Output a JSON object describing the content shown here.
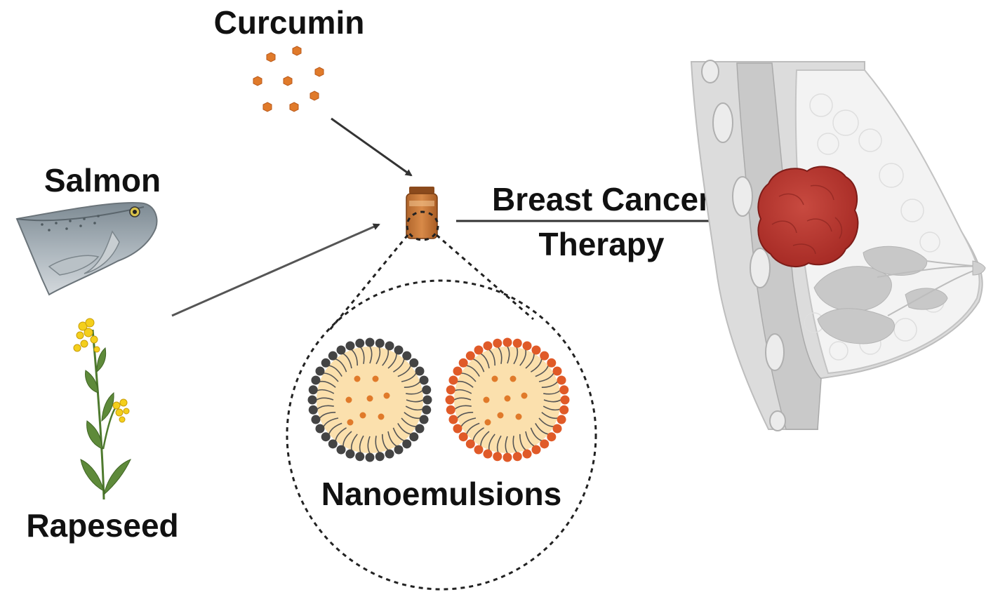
{
  "labels": {
    "curcumin": "Curcumin",
    "salmon": "Salmon",
    "rapeseed": "Rapeseed",
    "therapy_line1": "Breast Cancer",
    "therapy_line2": "Therapy",
    "nanoemulsions": "Nanoemulsions"
  },
  "icons": {
    "curcumin": "curcumin-particles-icon",
    "salmon": "salmon-fish-icon",
    "rapeseed": "rapeseed-plant-icon",
    "vial": "vial-icon",
    "nanoemulsion_1": "micelle-dark-shell-icon",
    "nanoemulsion_2": "micelle-orange-shell-icon",
    "breast": "breast-anatomy-icon",
    "tumor": "tumor-icon"
  },
  "colors": {
    "curcumin": "#e07a2a",
    "tumor": "#b8332e",
    "micelle_core": "#fbe0ad",
    "micelle_shell_dark": "#444444",
    "micelle_shell_orange": "#e05a28",
    "flower": "#f4cf1c",
    "leaf": "#5e8a3a",
    "arrow": "#333333"
  }
}
